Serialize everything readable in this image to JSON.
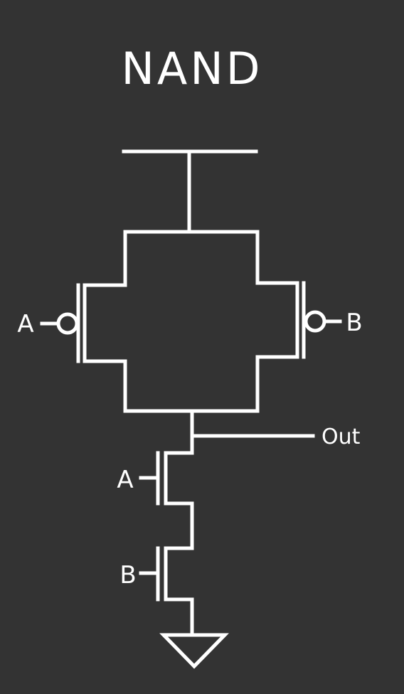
{
  "title": "NAND",
  "colors": {
    "background": "#333333",
    "ink": "#ffffff"
  },
  "labels": {
    "pmos_left_input": "A",
    "pmos_right_input": "B",
    "output": "Out",
    "nmos_top_input": "A",
    "nmos_bottom_input": "B"
  },
  "symbols": {
    "supply": "vdd-rail",
    "ground": "ground-symbol"
  }
}
